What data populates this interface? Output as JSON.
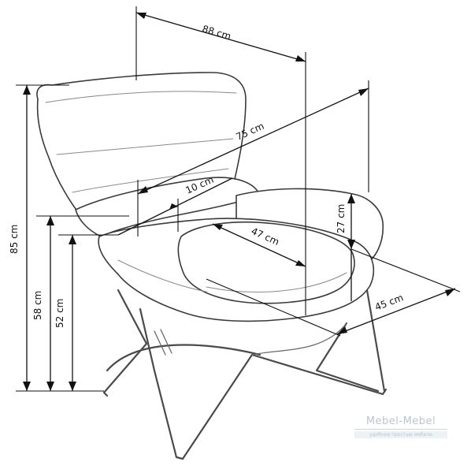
{
  "dimensions": {
    "width_total": "88 cm",
    "diagonal_depth": "75 cm",
    "armrest_width": "10 cm",
    "seat_depth": "47 cm",
    "armrest_height_above_seat": "27 cm",
    "seat_width": "45 cm",
    "total_height": "85 cm",
    "armrest_height": "58 cm",
    "seat_height": "52 cm"
  },
  "watermark": {
    "name": "Mebel-Mebel",
    "tagline": "удобное простые мебели"
  }
}
